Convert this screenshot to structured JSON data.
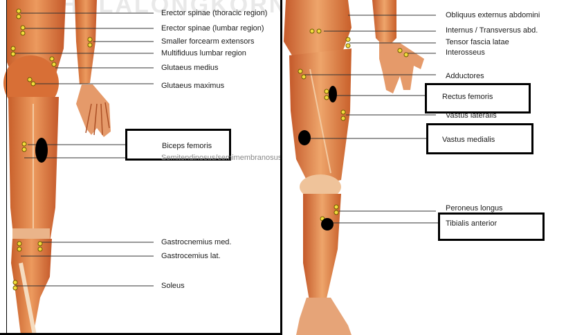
{
  "watermark": "CHULALONGKORN UNIVERSITY",
  "left_panel": {
    "labels": [
      "Erector spinae (thoracic region)",
      "Erector spinae (lumbar region)",
      "Smaller forcearm extensors",
      "Multifiduus lumbar region",
      "Glutaeus medius",
      "Glutaeus maximus",
      "Biceps femoris",
      "Semitendinosus/semimembranosus",
      "Gastrocnemius med.",
      "Gastrocemius lat.",
      "Soleus"
    ]
  },
  "right_panel": {
    "labels": [
      "Obliquus externus abdomini",
      "Internus / Transversus abd.",
      "Tensor fascia latae",
      "Interosseus",
      "Adductores",
      "Rectus femoris",
      "Vastus lateralis",
      "Vastus medialis",
      "Peroneus longus",
      "Tibialis anterior"
    ]
  },
  "colors": {
    "muscle": "#d9743a",
    "muscle_light": "#eea56b",
    "tendon": "#f2d3b0",
    "electrode": "#f3dc3c",
    "highlight_box": "#000000"
  }
}
